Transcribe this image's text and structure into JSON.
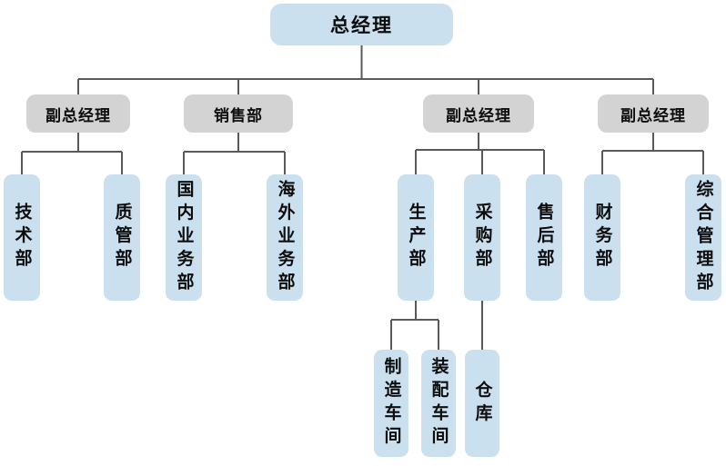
{
  "org_chart": {
    "type": "org-tree-diagram",
    "colors": {
      "level1_fill": "#cbe0ef",
      "level2_fill": "#d3d3d3",
      "department_fill": "#cbe0ef",
      "connector": "#595959",
      "text": "#0d0d0d",
      "background": "#ffffff"
    },
    "nodes": {
      "gm": {
        "label": "总经理"
      },
      "vgm1": {
        "label": "副总经理"
      },
      "sales": {
        "label": "销售部"
      },
      "vgm2": {
        "label": "副总经理"
      },
      "vgm3": {
        "label": "副总经理"
      },
      "tech": {
        "label": "技术部"
      },
      "quality": {
        "label": "质管部"
      },
      "domestic": {
        "label": "国内业务部"
      },
      "overseas": {
        "label": "海外业务部"
      },
      "production": {
        "label": "生产部"
      },
      "purchasing": {
        "label": "采购部"
      },
      "aftersales": {
        "label": "售后部"
      },
      "finance": {
        "label": "财务部"
      },
      "general": {
        "label": "综合管理部"
      },
      "workshop_mfg": {
        "label": "制造车间"
      },
      "workshop_asm": {
        "label": "装配车间"
      },
      "warehouse": {
        "label": "仓库"
      }
    },
    "hierarchy": [
      {
        "parent": "gm",
        "children": [
          "vgm1",
          "sales",
          "vgm2",
          "vgm3"
        ]
      },
      {
        "parent": "vgm1",
        "children": [
          "tech",
          "quality"
        ]
      },
      {
        "parent": "sales",
        "children": [
          "domestic",
          "overseas"
        ]
      },
      {
        "parent": "vgm2",
        "children": [
          "production",
          "purchasing",
          "aftersales"
        ]
      },
      {
        "parent": "vgm3",
        "children": [
          "finance",
          "general"
        ]
      },
      {
        "parent": "production",
        "children": [
          "workshop_mfg",
          "workshop_asm"
        ]
      },
      {
        "parent": "purchasing",
        "children": [
          "warehouse"
        ]
      }
    ]
  }
}
